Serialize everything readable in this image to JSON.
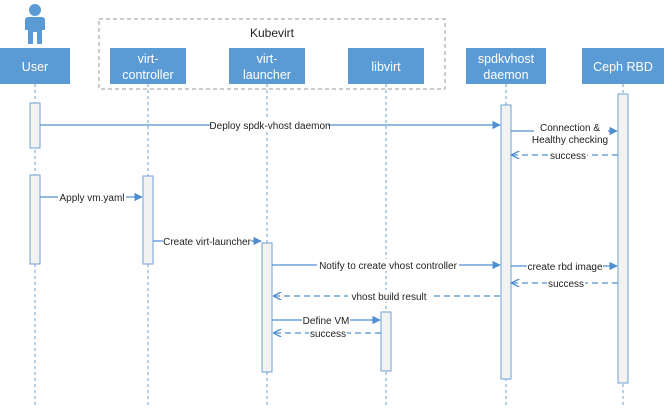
{
  "group": {
    "label": "Kubevirt"
  },
  "participants": [
    {
      "id": "user",
      "lines": [
        "User"
      ]
    },
    {
      "id": "virt-controller",
      "lines": [
        "virt-",
        "controller"
      ]
    },
    {
      "id": "virt-launcher",
      "lines": [
        "virt-",
        "launcher"
      ]
    },
    {
      "id": "libvirt",
      "lines": [
        "libvirt"
      ]
    },
    {
      "id": "spdkvhost-daemon",
      "lines": [
        "spdkvhost",
        "daemon"
      ]
    },
    {
      "id": "ceph-rbd",
      "lines": [
        "Ceph RBD"
      ]
    }
  ],
  "messages": [
    {
      "id": "deploy",
      "lines": [
        "Deploy spdk-vhost daemon"
      ]
    },
    {
      "id": "connection",
      "lines": [
        "Connection &",
        "Healthy checking"
      ]
    },
    {
      "id": "success1",
      "lines": [
        "success"
      ]
    },
    {
      "id": "apply",
      "lines": [
        "Apply vm.yaml"
      ]
    },
    {
      "id": "create-launcher",
      "lines": [
        "Create virt-launcher"
      ]
    },
    {
      "id": "notify",
      "lines": [
        "Notify to create vhost controller"
      ]
    },
    {
      "id": "create-rbd",
      "lines": [
        "create rbd image"
      ]
    },
    {
      "id": "success2",
      "lines": [
        "success"
      ]
    },
    {
      "id": "vhost-result",
      "lines": [
        "vhost build result"
      ]
    },
    {
      "id": "define-vm",
      "lines": [
        "Define VM"
      ]
    },
    {
      "id": "success3",
      "lines": [
        "success"
      ]
    }
  ],
  "colors": {
    "box": "#5b9bd5",
    "arrow": "#4f8fd0",
    "activation_fill": "#f2f2f2",
    "activation_stroke": "#6fa1d6",
    "lifeline": "#6fa1d6",
    "group_border": "#9a9a9a"
  },
  "icons": {
    "user": "person-icon"
  }
}
